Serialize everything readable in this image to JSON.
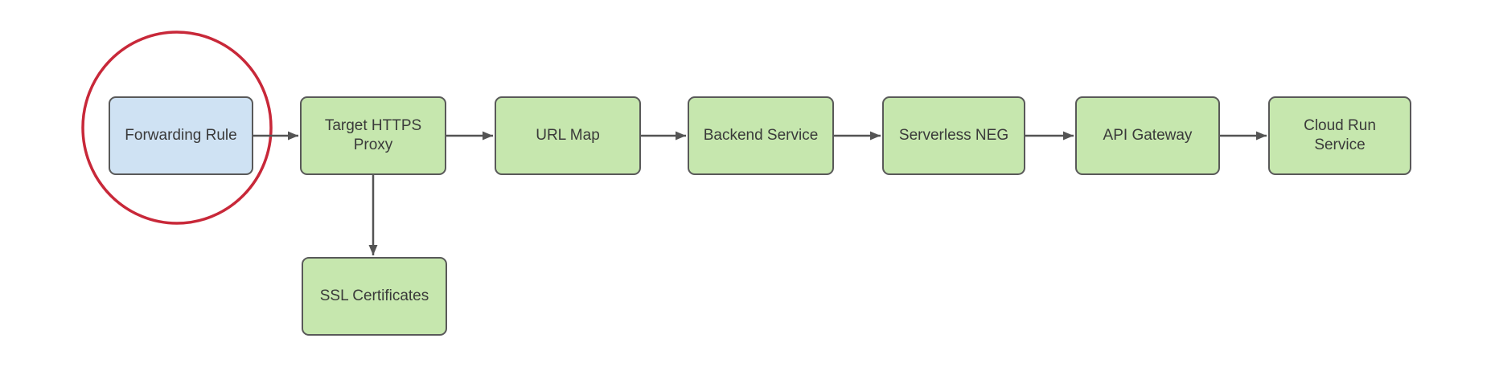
{
  "diagram": {
    "nodes": [
      {
        "id": "forwarding-rule",
        "label": "Forwarding Rule",
        "fill": "#cfe2f3"
      },
      {
        "id": "target-https-proxy",
        "label": "Target HTTPS\nProxy",
        "fill": "#c6e7ae"
      },
      {
        "id": "url-map",
        "label": "URL Map",
        "fill": "#c6e7ae"
      },
      {
        "id": "backend-service",
        "label": "Backend Service",
        "fill": "#c6e7ae"
      },
      {
        "id": "serverless-neg",
        "label": "Serverless NEG",
        "fill": "#c6e7ae"
      },
      {
        "id": "api-gateway",
        "label": "API Gateway",
        "fill": "#c6e7ae"
      },
      {
        "id": "cloud-run-service",
        "label": "Cloud Run\nService",
        "fill": "#c6e7ae"
      },
      {
        "id": "ssl-certificates",
        "label": "SSL Certificates",
        "fill": "#c6e7ae"
      }
    ],
    "edges": [
      {
        "from": "forwarding-rule",
        "to": "target-https-proxy"
      },
      {
        "from": "target-https-proxy",
        "to": "url-map"
      },
      {
        "from": "url-map",
        "to": "backend-service"
      },
      {
        "from": "backend-service",
        "to": "serverless-neg"
      },
      {
        "from": "serverless-neg",
        "to": "api-gateway"
      },
      {
        "from": "api-gateway",
        "to": "cloud-run-service"
      },
      {
        "from": "target-https-proxy",
        "to": "ssl-certificates"
      }
    ],
    "highlight": {
      "shape": "ellipse",
      "around": "forwarding-rule",
      "color": "#c82839"
    },
    "colors": {
      "node_border": "#595959",
      "connector": "#545454",
      "text": "#3a3a3a",
      "green_fill": "#c6e7ae",
      "blue_fill": "#cfe2f3",
      "background": "#ffffff"
    }
  }
}
